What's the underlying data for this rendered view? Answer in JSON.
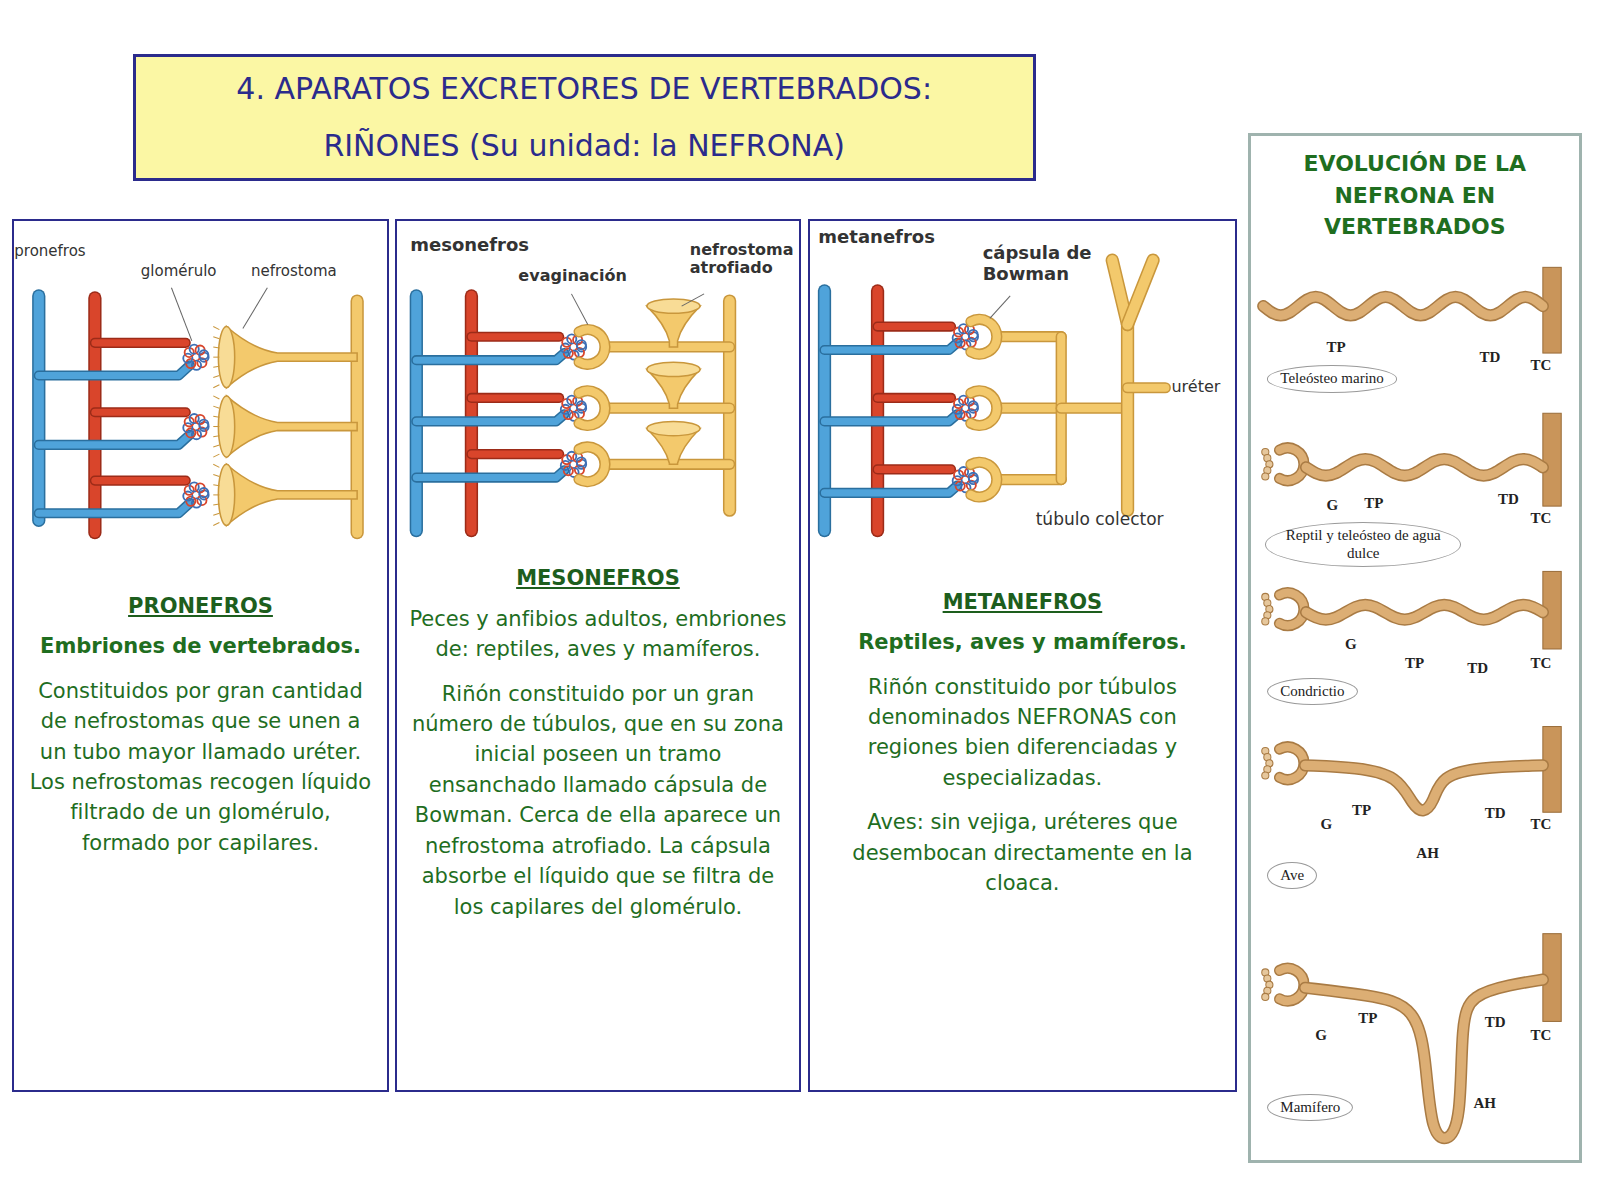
{
  "diagram": {
    "nodes": [
      {
        "text": [
          "4. APARATOS EXCRETORES DE VERTEBRADOS:",
          "RIÑONES (Su unidad: la NEFRONA)"
        ]
      },
      {
        "text": [
          "PRONEFROS",
          "Embriones de vertebrados.",
          "Constituidos por gran cantidad de nefrostomas que se unen a un tubo mayor llamado uréter. Los nefrostomas recogen líquido filtrado de un glomérulo, formado por capilares."
        ]
      },
      {
        "text": [
          "MESONEFROS",
          "Peces y anfibios adultos, embriones de: reptiles, aves y mamíferos.",
          "Riñón constituido por un gran número de túbulos, que en su zona inicial poseen un tramo ensanchado llamado cápsula de Bowman. Cerca de ella aparece un nefrostoma atrofiado. La cápsula absorbe el líquido que se filtra de los capilares del glomérulo."
        ]
      },
      {
        "text": [
          "METANEFROS",
          "Reptiles, aves y mamíferos.",
          "Riñón constituido por túbulos denominados NEFRONAS con regiones bien diferenciadas y especializadas.",
          "Aves: sin vejiga, uréteres que desembocan directamente en la cloaca."
        ]
      },
      {
        "text": [
          "EVOLUCIÓN DE LA NEFRONA EN VERTEBRADOS"
        ]
      },
      {
        "text": [
          "Teleósteo marino"
        ],
        "in": 4
      },
      {
        "text": [
          "Reptil y teleósteo de agua dulce"
        ],
        "in": 4
      },
      {
        "text": [
          "Condrictio"
        ],
        "in": 4
      },
      {
        "text": [
          "Ave"
        ],
        "in": 4
      },
      {
        "text": [
          "Mamífero"
        ],
        "in": 4
      }
    ],
    "labels": [
      "pronefros",
      "glomérulo",
      "nefrostoma",
      "mesonefros",
      "evaginación",
      "nefrostoma atrofiado",
      "metanefros",
      "cápsula de Bowman",
      "uréter",
      "túbulo colector",
      "TP",
      "TD",
      "TC",
      "G",
      "TP",
      "TD",
      "TC",
      "G",
      "TP",
      "TD",
      "TC",
      "G",
      "TP",
      "AH",
      "TD",
      "TC",
      "G",
      "TP",
      "AH",
      "TD",
      "TC"
    ]
  }
}
